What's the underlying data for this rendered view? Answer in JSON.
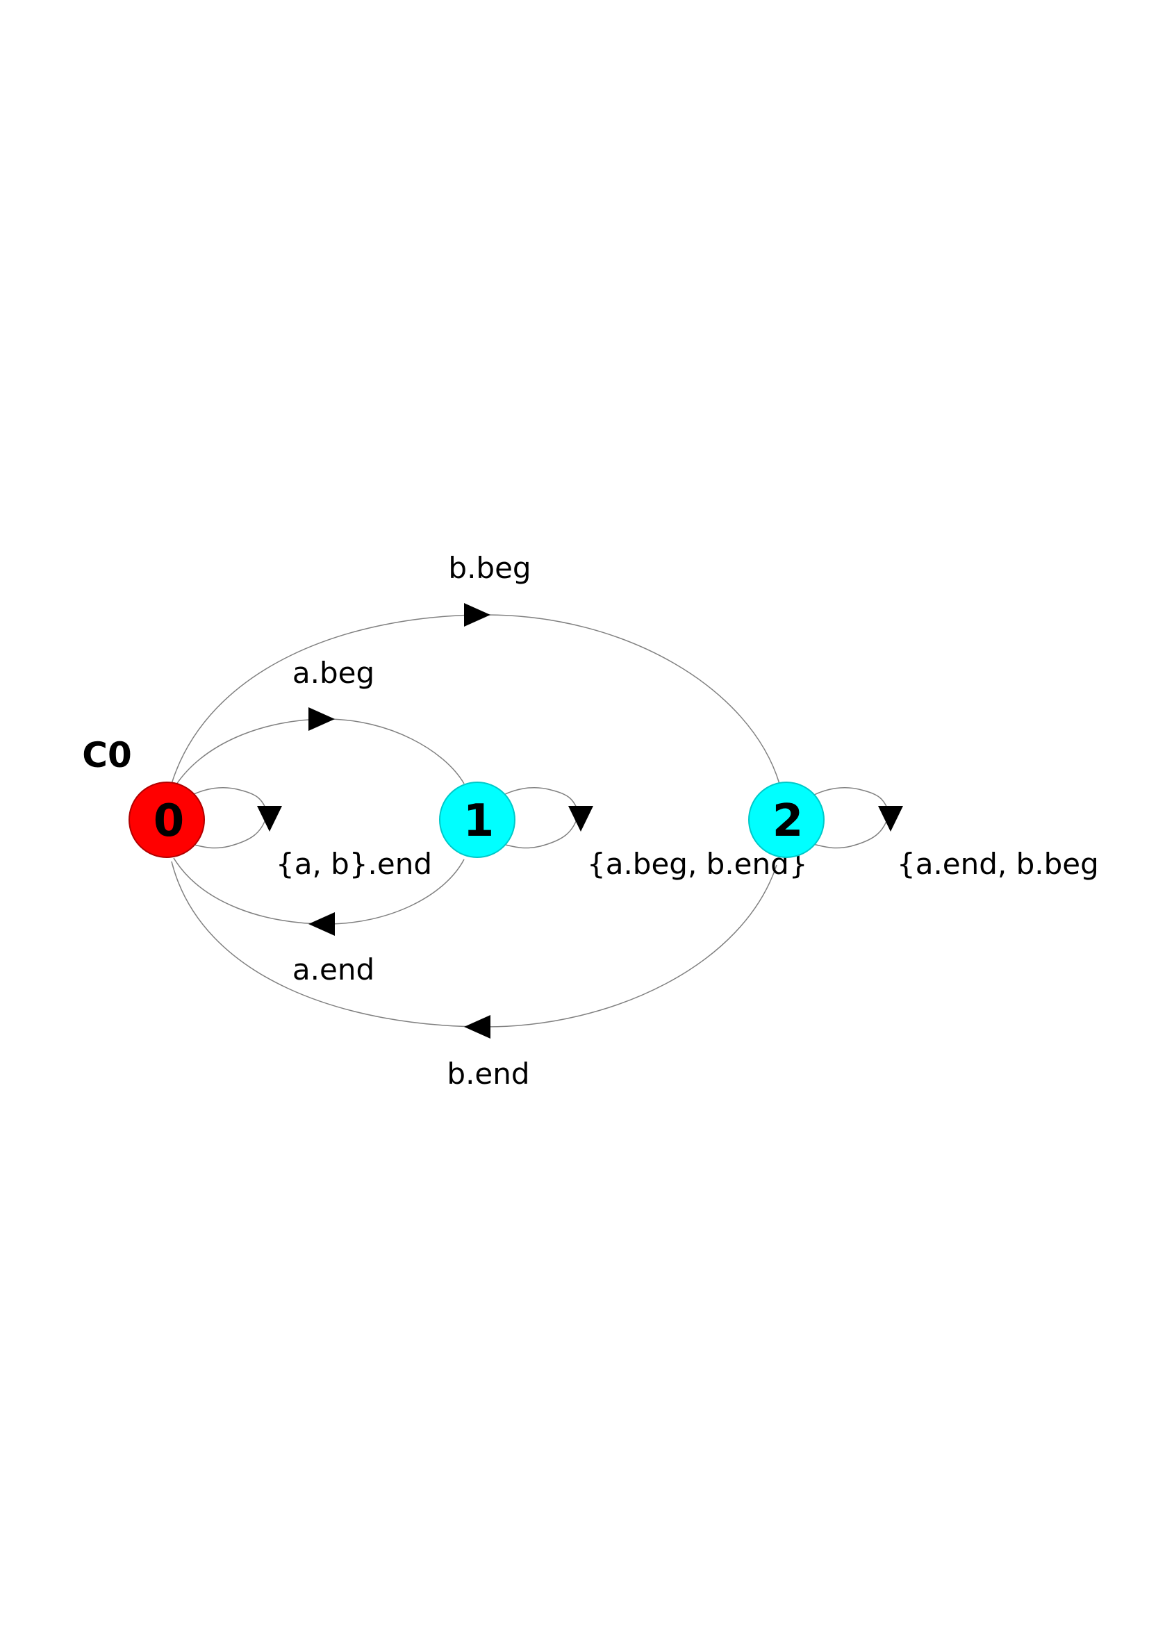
{
  "component": {
    "label": "C0"
  },
  "states": [
    {
      "id": "0",
      "label": "0",
      "color": "#ff0000",
      "initial": true
    },
    {
      "id": "1",
      "label": "1",
      "color": "#00ffff",
      "initial": false
    },
    {
      "id": "2",
      "label": "2",
      "color": "#00ffff",
      "initial": false
    }
  ],
  "transitions": [
    {
      "from": "0",
      "to": "2",
      "label": "b.beg"
    },
    {
      "from": "0",
      "to": "1",
      "label": "a.beg"
    },
    {
      "from": "1",
      "to": "0",
      "label": "a.end"
    },
    {
      "from": "2",
      "to": "0",
      "label": "b.end"
    },
    {
      "from": "0",
      "to": "0",
      "label": "{a, b}.end"
    },
    {
      "from": "1",
      "to": "1",
      "label": "{a.beg, b.end}"
    },
    {
      "from": "2",
      "to": "2",
      "label": "{a.end, b.beg"
    }
  ],
  "colors": {
    "edge": "#808080",
    "arrow": "#000000"
  }
}
